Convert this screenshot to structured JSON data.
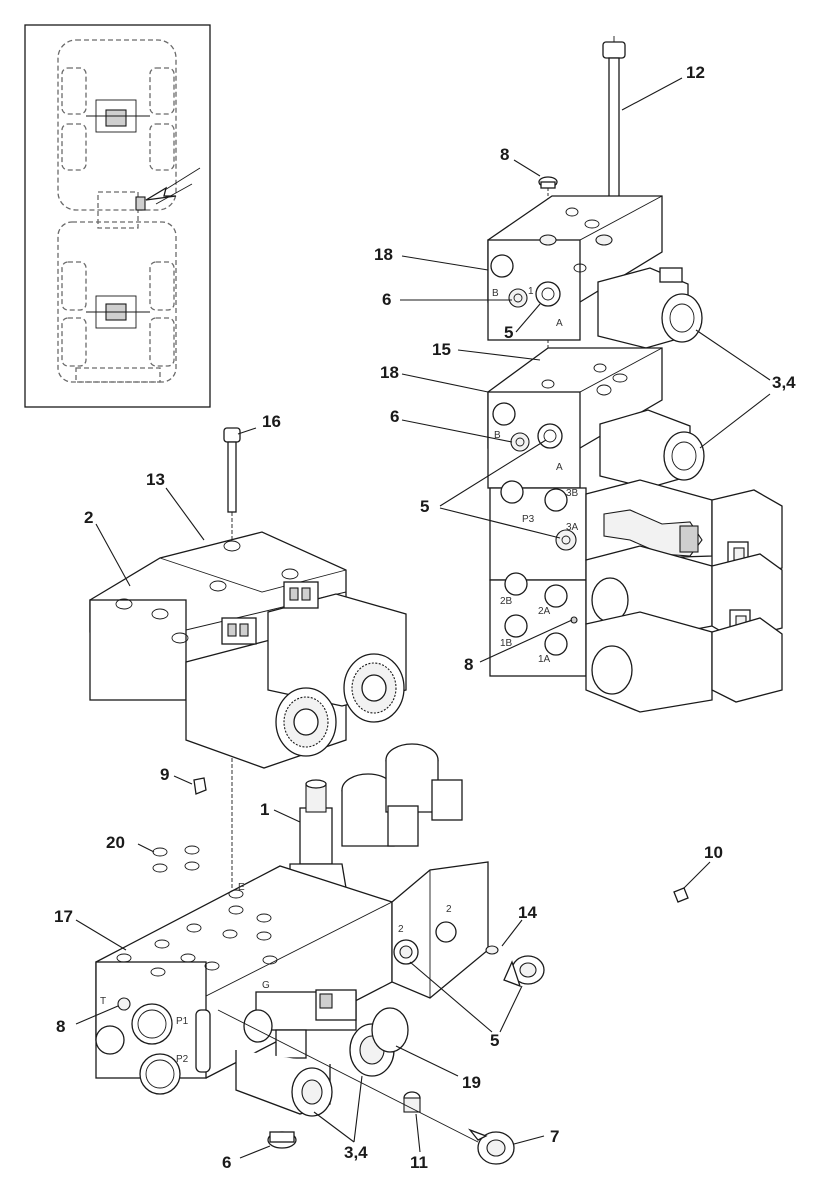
{
  "callouts": {
    "c1": "1",
    "c2": "2",
    "c3_4_top": "3,4",
    "c3_4_bottom": "3,4",
    "c5_top": "5",
    "c5_mid": "5",
    "c5_bottom": "5",
    "c6_top": "6",
    "c6_mid": "6",
    "c6_bottom": "6",
    "c7": "7",
    "c8_top": "8",
    "c8_mid": "8",
    "c8_left": "8",
    "c9": "9",
    "c10": "10",
    "c11": "11",
    "c12": "12",
    "c13": "13",
    "c14": "14",
    "c15": "15",
    "c16": "16",
    "c17": "17",
    "c18_top": "18",
    "c18_mid": "18",
    "c19": "19",
    "c20": "20"
  },
  "port_labels": {
    "b_top": "B",
    "a_top": "A",
    "one_top": "1",
    "b_mid": "B",
    "a_mid": "A",
    "p3": "P3",
    "three_b": "3B",
    "three_a": "3A",
    "two_b": "2B",
    "two_a": "2A",
    "one_b": "1B",
    "one_a": "1A",
    "t": "T",
    "p1": "P1",
    "p2": "P2",
    "e": "E",
    "g": "G",
    "two_1": "2",
    "two_2": "2"
  }
}
